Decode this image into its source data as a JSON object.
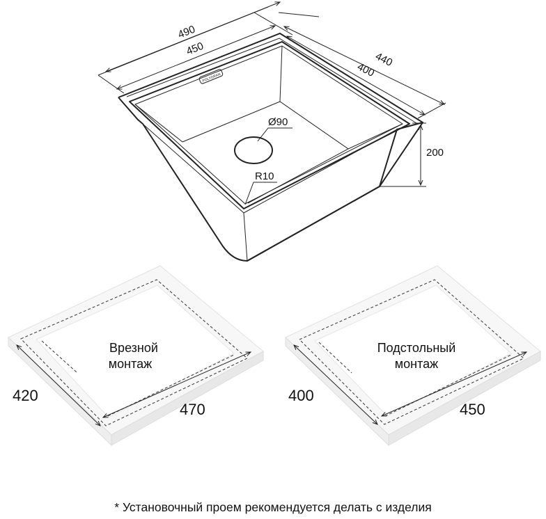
{
  "sink_drawing": {
    "dimensions": {
      "outer_width": "490",
      "inner_width": "450",
      "outer_depth": "440",
      "inner_depth": "400",
      "height": "200",
      "drain_diameter": "Ø90",
      "corner_radius": "R10"
    }
  },
  "mount_flush": {
    "label_line1": "Врезной",
    "label_line2": "монтаж",
    "depth": "420",
    "width": "470"
  },
  "mount_under": {
    "label_line1": "Подстольный",
    "label_line2": "монтаж",
    "depth": "400",
    "width": "450"
  },
  "footnote": "* Установочный проем рекомендуется делать с изделия"
}
